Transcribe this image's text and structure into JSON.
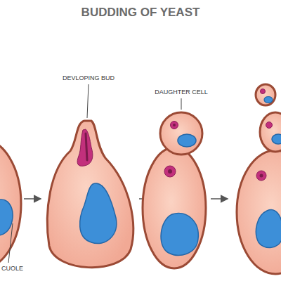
{
  "diagram": {
    "title": "BUDDING OF YEAST",
    "labels": [
      "DEVLOPING BUD",
      "DAUGHTER CELL",
      "CUOLE"
    ]
  }
}
